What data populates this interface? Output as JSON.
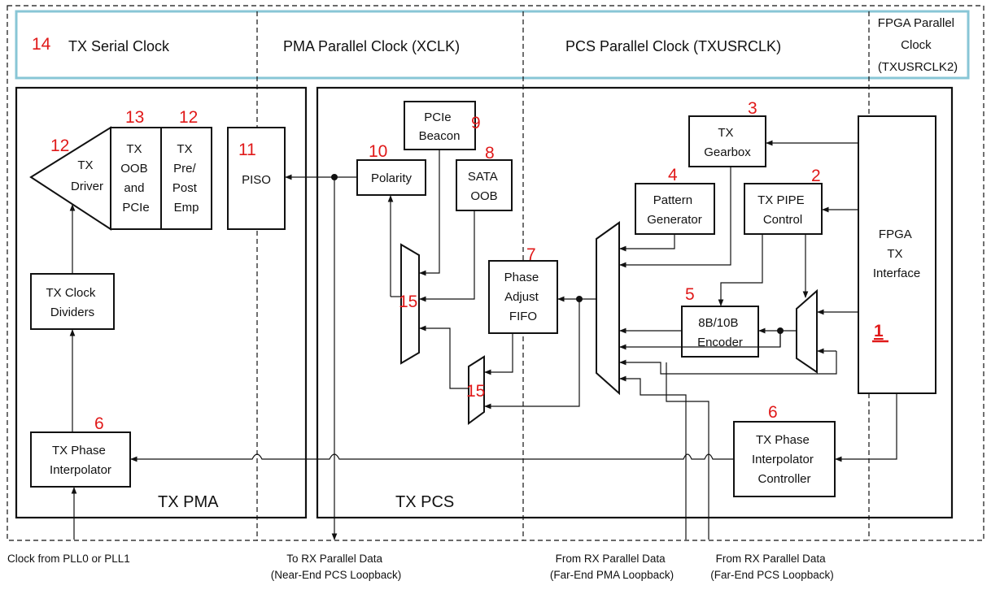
{
  "colors": {
    "annotation": "#e01919",
    "clock_band_border": "#88c6d6",
    "line": "#111111"
  },
  "clock_domains": {
    "tx_serial": "TX Serial Clock",
    "pma_parallel": "PMA Parallel Clock (XCLK)",
    "pcs_parallel": "PCS Parallel Clock (TXUSRCLK)",
    "fpga_parallel": [
      "FPGA Parallel",
      "Clock",
      "(TXUSRCLK2)"
    ]
  },
  "sections": {
    "pma": "TX PMA",
    "pcs": "TX PCS"
  },
  "blocks": {
    "tx_driver": [
      "TX",
      "Driver"
    ],
    "oob_pcie": [
      "TX",
      "OOB",
      "and",
      "PCIe"
    ],
    "pre_post_emp": [
      "TX",
      "Pre/",
      "Post",
      "Emp"
    ],
    "piso": "PISO",
    "clock_dividers": [
      "TX Clock",
      "Dividers"
    ],
    "phase_interpolator": [
      "TX Phase",
      "Interpolator"
    ],
    "polarity": "Polarity",
    "pcie_beacon": [
      "PCIe",
      "Beacon"
    ],
    "sata_oob": [
      "SATA",
      "OOB"
    ],
    "phase_adjust_fifo": [
      "Phase",
      "Adjust",
      "FIFO"
    ],
    "tx_gearbox": [
      "TX",
      "Gearbox"
    ],
    "pattern_generator": [
      "Pattern",
      "Generator"
    ],
    "tx_pipe_control": [
      "TX PIPE",
      "Control"
    ],
    "encoder": [
      "8B/10B",
      "Encoder"
    ],
    "fpga_tx_interface": [
      "FPGA",
      "TX",
      "Interface"
    ],
    "phase_interpolator_controller": [
      "TX Phase",
      "Interpolator",
      "Controller"
    ]
  },
  "annotations": {
    "n1": "1",
    "n2": "2",
    "n3": "3",
    "n4": "4",
    "n5": "5",
    "n6a": "6",
    "n6b": "6",
    "n7": "7",
    "n8": "8",
    "n9": "9",
    "n10": "10",
    "n11": "11",
    "n12a": "12",
    "n12b": "12",
    "n13": "13",
    "n14": "14",
    "n15a": "15",
    "n15b": "15"
  },
  "footer": {
    "pll_clock": "Clock from PLL0 or PLL1",
    "near_end": [
      "To RX Parallel Data",
      "(Near-End PCS Loopback)"
    ],
    "far_end_pma": [
      "From RX Parallel Data",
      "(Far-End PMA Loopback)"
    ],
    "far_end_pcs": [
      "From RX Parallel Data",
      "(Far-End PCS Loopback)"
    ]
  }
}
